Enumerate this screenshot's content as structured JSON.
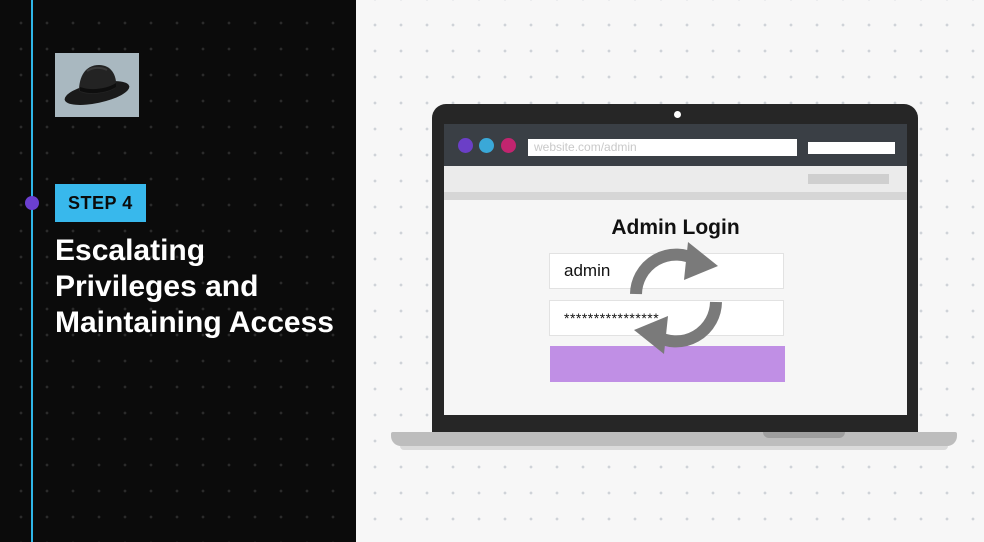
{
  "slide": {
    "step_label": "STEP 4",
    "title": "Escalating Privileges and Maintaining Access",
    "hat_icon": "fedora-hat-icon"
  },
  "browser": {
    "url": "website.com/admin",
    "dot_colors": [
      "#6b3fc7",
      "#3aa8d8",
      "#c2256f"
    ]
  },
  "login": {
    "title": "Admin Login",
    "username": "admin",
    "password": "****************",
    "button_color": "#c08fe5",
    "overlay_icon": "refresh-icon"
  },
  "colors": {
    "accent_blue": "#38b8ec",
    "timeline_dot": "#6b3fd0",
    "dark_bg": "#0b0b0b"
  }
}
